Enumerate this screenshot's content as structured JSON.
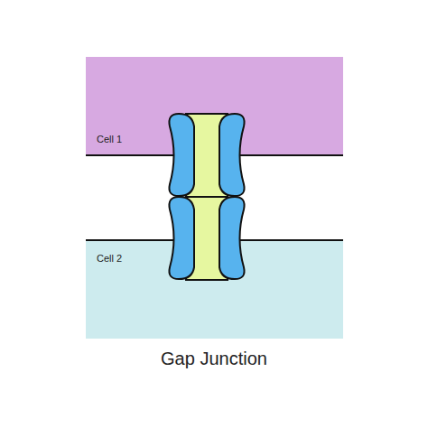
{
  "diagram": {
    "caption": "Gap Junction",
    "nodes": [
      {
        "text": [
          "Cell 1"
        ]
      },
      {
        "text": [
          "Cell 2"
        ]
      }
    ]
  }
}
